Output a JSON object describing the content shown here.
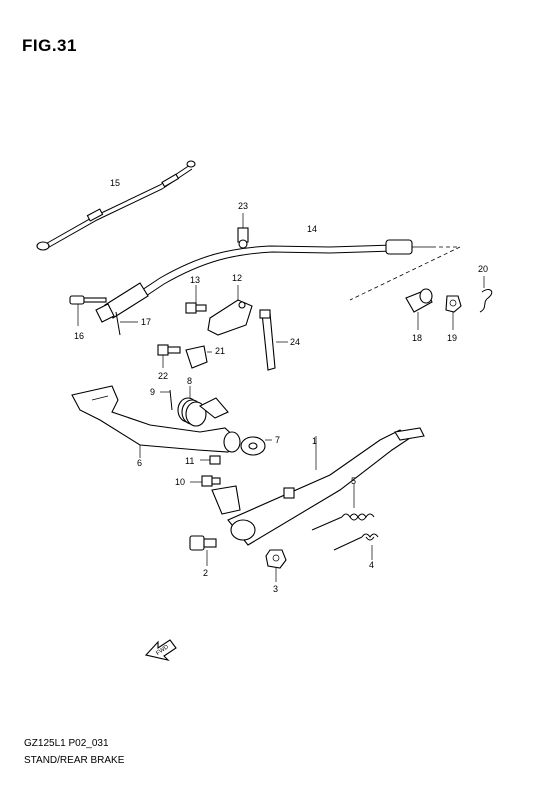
{
  "figure": {
    "title": "FIG.31"
  },
  "footer": {
    "code": "GZ125L1 P02_031",
    "name": "STAND/REAR BRAKE"
  },
  "callouts": [
    {
      "num": "1"
    },
    {
      "num": "2"
    },
    {
      "num": "3"
    },
    {
      "num": "4"
    },
    {
      "num": "5"
    },
    {
      "num": "6"
    },
    {
      "num": "7"
    },
    {
      "num": "8"
    },
    {
      "num": "9"
    },
    {
      "num": "10"
    },
    {
      "num": "11"
    },
    {
      "num": "12"
    },
    {
      "num": "13"
    },
    {
      "num": "14"
    },
    {
      "num": "15"
    },
    {
      "num": "16"
    },
    {
      "num": "17"
    },
    {
      "num": "18"
    },
    {
      "num": "19"
    },
    {
      "num": "20"
    },
    {
      "num": "21"
    },
    {
      "num": "22"
    },
    {
      "num": "23"
    },
    {
      "num": "24"
    }
  ],
  "fwd_label": "FWD"
}
